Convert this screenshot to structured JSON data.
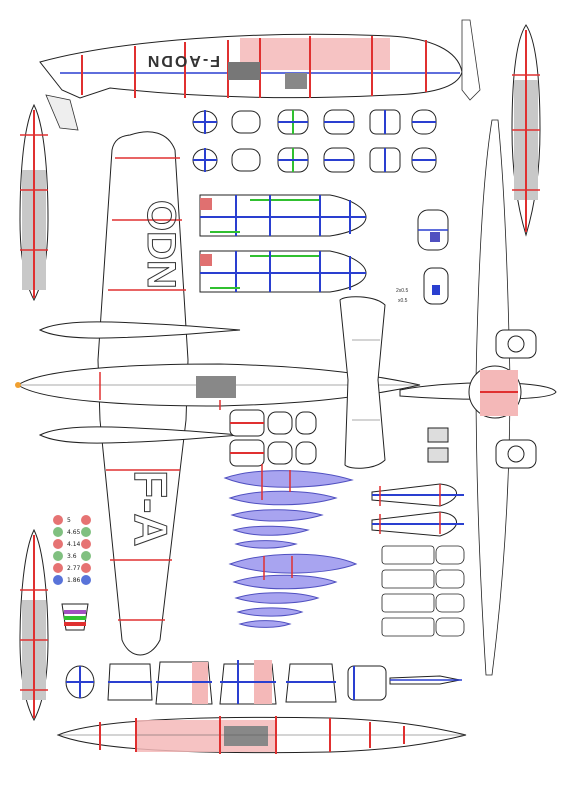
{
  "registration_top": "F-AODN",
  "registration_wing_large": "ODN",
  "registration_wing_left": "F-A",
  "legend": [
    {
      "value": "5",
      "color": "#e05050"
    },
    {
      "value": "4.65",
      "color": "#60b060"
    },
    {
      "value": "4.14",
      "color": "#e05050"
    },
    {
      "value": "3.6",
      "color": "#60b060"
    },
    {
      "value": "2.77",
      "color": "#e05050"
    },
    {
      "value": "1.86",
      "color": "#3050d0"
    }
  ],
  "dim_labels": [
    "2x0.5",
    "x0.5"
  ],
  "colors": {
    "red_line": "#e03030",
    "blue_line": "#2a3fd0",
    "pink_fill": "#f4b8b8",
    "blue_fill": "#a8a4f0",
    "green_line": "#30c030",
    "gray_fill": "#c8c8c8"
  }
}
